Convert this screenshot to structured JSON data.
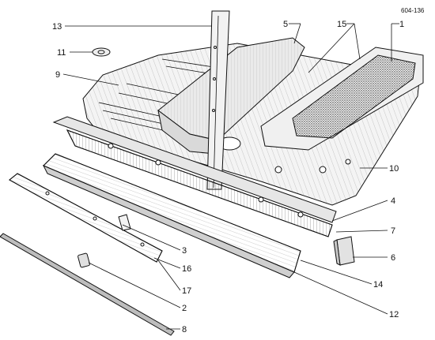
{
  "figure": {
    "code": "604-136",
    "callouts": [
      {
        "id": "c1",
        "label": "1"
      },
      {
        "id": "c2",
        "label": "2"
      },
      {
        "id": "c3",
        "label": "3"
      },
      {
        "id": "c4",
        "label": "4"
      },
      {
        "id": "c5",
        "label": "5"
      },
      {
        "id": "c6",
        "label": "6"
      },
      {
        "id": "c7",
        "label": "7"
      },
      {
        "id": "c8",
        "label": "8"
      },
      {
        "id": "c9",
        "label": "9"
      },
      {
        "id": "c10",
        "label": "10"
      },
      {
        "id": "c11",
        "label": "11"
      },
      {
        "id": "c12",
        "label": "12"
      },
      {
        "id": "c13",
        "label": "13"
      },
      {
        "id": "c14",
        "label": "14"
      },
      {
        "id": "c15",
        "label": "15"
      },
      {
        "id": "c16",
        "label": "16"
      },
      {
        "id": "c17",
        "label": "17"
      }
    ]
  }
}
